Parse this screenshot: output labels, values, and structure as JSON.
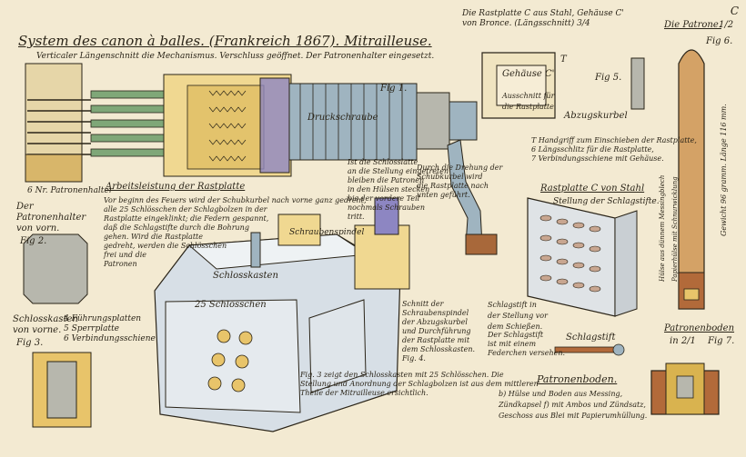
{
  "page_corner_letter": "C",
  "title": "System des canon à balles. (Frankreich 1867). Mitrailleuse.",
  "subtitle_section": "Verticaler Längenschnitt die Mechanismus. Verschluss geöffnet. Der Patronenhalter eingesetzt.",
  "label_fig1": "Fig 1.",
  "label_druckschraube": "Druckschraube",
  "label_schraubenspindel": "Schraubenspindel",
  "label_arbeitsleistung": "Arbeitsleistung der Rastplatte",
  "notes_arbeitsleistung": [
    "Vor beginn des Feuers wird der Schubkurbel nach vorne ganz gedreht,",
    "alle 25 Schlösschen der Schlagbolzen in der",
    "Rastplatte eingeklinkt; die Federn gespannt,",
    "daß die Schlagstifte durch die Bohrung",
    "gehen. Wird die Rastplatte",
    "gedreht, werden die Schlösschen",
    "frei und die",
    "Patronen"
  ],
  "label_patronenhalter_nr": "6 Nr. Patronenhalter",
  "label_der_patronenhalter": "Der Patronenhalter von vorn.",
  "label_fig2": "Fig 2.",
  "label_schlosskasten_vorn": "Schlosskasten von vorne.",
  "label_fig3": "Fig 3.",
  "legend_fig3": [
    "4 Führungsplatten",
    "5 Sperrplatte",
    "6 Verbindungsschiene"
  ],
  "label_schlosskasten": "Schlosskasten",
  "label_25_schlosschen": "25 Schlösschen",
  "note_center_right": [
    "Ist die Schlosslatte",
    "an die Stellung eingetreten",
    "bleiben die Patronen",
    "in den Hülsen stecken",
    "bis der vordere Teil",
    "nochmals Schrauben",
    "tritt."
  ],
  "note_schubkurbel": [
    "Durch die Drehung der",
    "Schubkurbel wird",
    "die Rastplatte nach",
    "unten geführt."
  ],
  "note_bottom_center": [
    "Schnitt der",
    "Schraubenspindel",
    "der Abzugskurbel",
    "und Durchführung",
    "der Rastplatte mit",
    "dem Schlosskasten.",
    "Fig. 4."
  ],
  "note_bottom_long": [
    "Fig. 3 zeigt den Schlosskasten mit 25 Schlösschen. Die",
    "Stellung und Anordnung der Schlagbolzen ist aus dem mittleren",
    "Theile der Mitrailleuse ersichtlich."
  ],
  "label_abzugkurbel": "Abzugskurbel",
  "note_gehaeuse_top": [
    "Die Rastplatte C aus Stahl, Gehäuse C'",
    "von Bronce. (Längsschnitt) 3/4"
  ],
  "label_gehaeuse": "Gehäuse C'",
  "label_ausschnitt": "Ausschnitt für die Rastplatte",
  "label_fig5": "Fig 5.",
  "label_T": "T",
  "note_fig5_under": [
    "T Handgriff zum Einschieben der Rastplatte,",
    "6 Längsschlitz für die Rastplatte,",
    "7 Verbindungsschiene mit Gehäuse."
  ],
  "label_rastplatte_c": "Rastplatte C von Stahl",
  "label_stellung": "Stellung der Schlagstifte.",
  "label_schlagstift_vertikal": "Schlagstift in der Stellung vor dem Schießen.",
  "label_schlagstift": "Schlagstift",
  "note_schlagstift": [
    "Der Schlagstift",
    "ist mit einem",
    "Federchen versehen."
  ],
  "label_patronenboden": "Patronenboden.",
  "notes_patronenboden": [
    "b) Hülse und Boden aus Messing,",
    "Zündkapsel f) mit Ambos und Zündsatz,",
    "Geschoss aus Blei mit Papierumhüllung."
  ],
  "label_die_patrone": "Die Patrone.",
  "label_scale_half": "1/2",
  "label_fig6": "Fig 6.",
  "label_patrone_vertical_1": "Gewicht 96 gramm. Länge 116 mm.",
  "label_patrone_vertical_2": "Papierhülse mit Schnurwicklung",
  "label_patrone_vertical_3": "Hülse aus dünnem Messingblech",
  "label_patronenboden_fig7": "Patronenboden",
  "label_scale_2_1": "in 2/1",
  "label_fig7": "Fig 7.",
  "colors": {
    "paper": "#f3ead2",
    "ink": "#2a2418",
    "steel_blue": "#9fb4c0",
    "bronze": "#e8c46a",
    "brass": "#d9b34f",
    "copper": "#b26a3a",
    "lilac": "#8d86c2",
    "green": "#7fa778",
    "wood": "#a8683a",
    "grey": "#b7b7ad"
  }
}
